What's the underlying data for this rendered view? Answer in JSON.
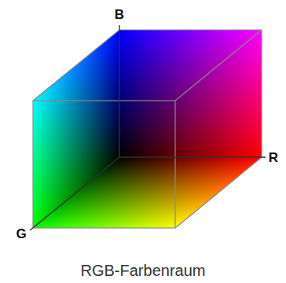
{
  "diagram": {
    "caption": "RGB-Farbenraum",
    "labels": [
      "B",
      "R",
      "G"
    ]
  }
}
